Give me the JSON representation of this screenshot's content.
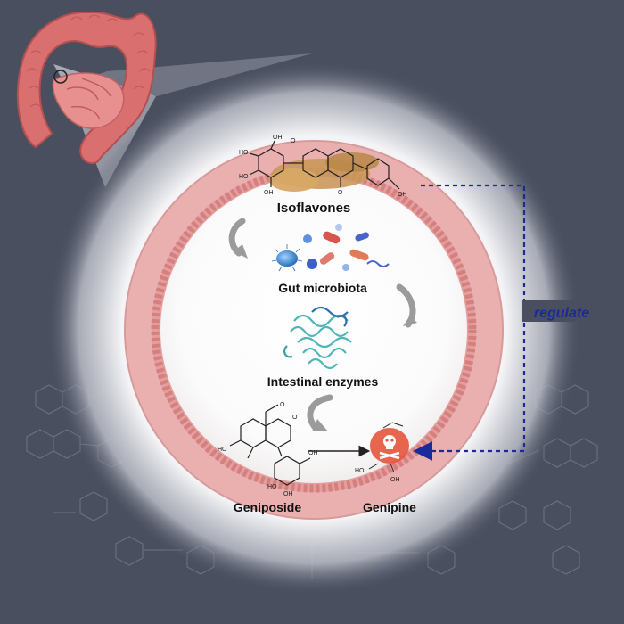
{
  "labels": {
    "isoflavones": "Isoflavones",
    "gut_microbiota": "Gut microbiota",
    "intestinal_enzymes": "Intestinal enzymes",
    "geniposide": "Geniposide",
    "genipine": "Genipine",
    "regulate": "regulate"
  },
  "colors": {
    "background": "#4a4f60",
    "intestine_wall": "#eab0b0",
    "villi": "#d88c8c",
    "regulate_arrow": "#1b2a9a",
    "toxic_badge": "#e4553a",
    "enzyme": "#4fb5b8"
  },
  "icons": [
    "colon-icon",
    "bacteria-icon",
    "enzyme-protein-icon",
    "toxic-skull-icon"
  ]
}
